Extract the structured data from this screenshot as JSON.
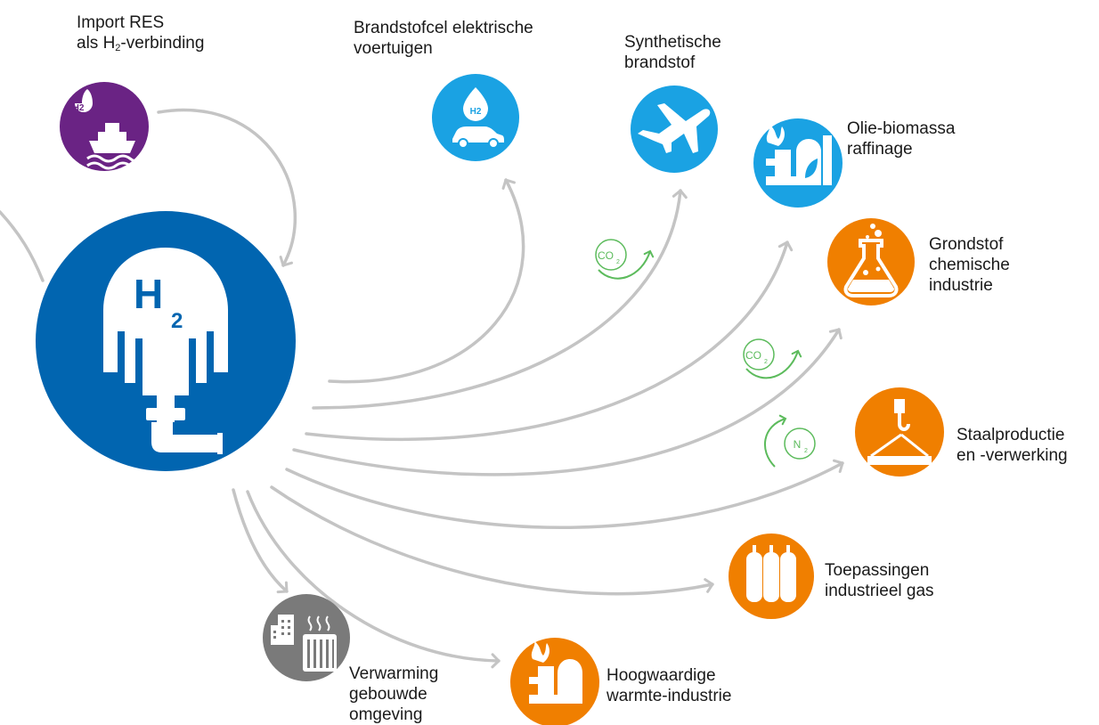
{
  "colors": {
    "hub": "#0165b0",
    "light_blue": "#1aa2e3",
    "purple": "#6a2384",
    "orange": "#f07f00",
    "grey": "#7a7a7a",
    "arrow": "#c4c4c4",
    "gas_ring": "#5cbb5c"
  },
  "hub": {
    "symbol": "H",
    "subscript": "2",
    "icon": "hydrogen-storage-tank-icon"
  },
  "import": {
    "line1": "Import RES",
    "line2_pre": "als H",
    "line2_sub": "2",
    "line2_post": "-verbinding",
    "icon": "ship-icon",
    "badge": "H2"
  },
  "nodes": {
    "fuel_cell": {
      "lines": [
        "Brandstofcel elektrische",
        "voertuigen"
      ],
      "icon": "car-with-h2-drop-icon",
      "badge": "H2"
    },
    "synthetic_fuel": {
      "lines": [
        "Synthetische",
        "brandstof"
      ],
      "icon": "airplane-icon"
    },
    "refinery": {
      "lines": [
        "Olie-biomassa",
        "raffinage"
      ],
      "icon": "refinery-icon"
    },
    "chemical": {
      "lines": [
        "Grondstof",
        "chemische",
        "industrie"
      ],
      "icon": "flask-icon"
    },
    "steel": {
      "lines": [
        "Staalproductie",
        "en -verwerking"
      ],
      "icon": "crane-hook-icon"
    },
    "industrial_gas": {
      "lines": [
        "Toepassingen",
        "industrieel gas"
      ],
      "icon": "gas-cylinders-icon"
    },
    "high_heat": {
      "lines": [
        "Hoogwaardige",
        "warmte-industrie"
      ],
      "icon": "industrial-heat-icon"
    },
    "heating": {
      "lines": [
        "Verwarming",
        "gebouwde",
        "omgeving"
      ],
      "icon": "radiator-building-icon"
    }
  },
  "gas_inputs": {
    "co2_a": {
      "base": "CO",
      "sub": "2"
    },
    "co2_b": {
      "base": "CO",
      "sub": "2"
    },
    "n2": {
      "base": "N",
      "sub": "2"
    }
  }
}
